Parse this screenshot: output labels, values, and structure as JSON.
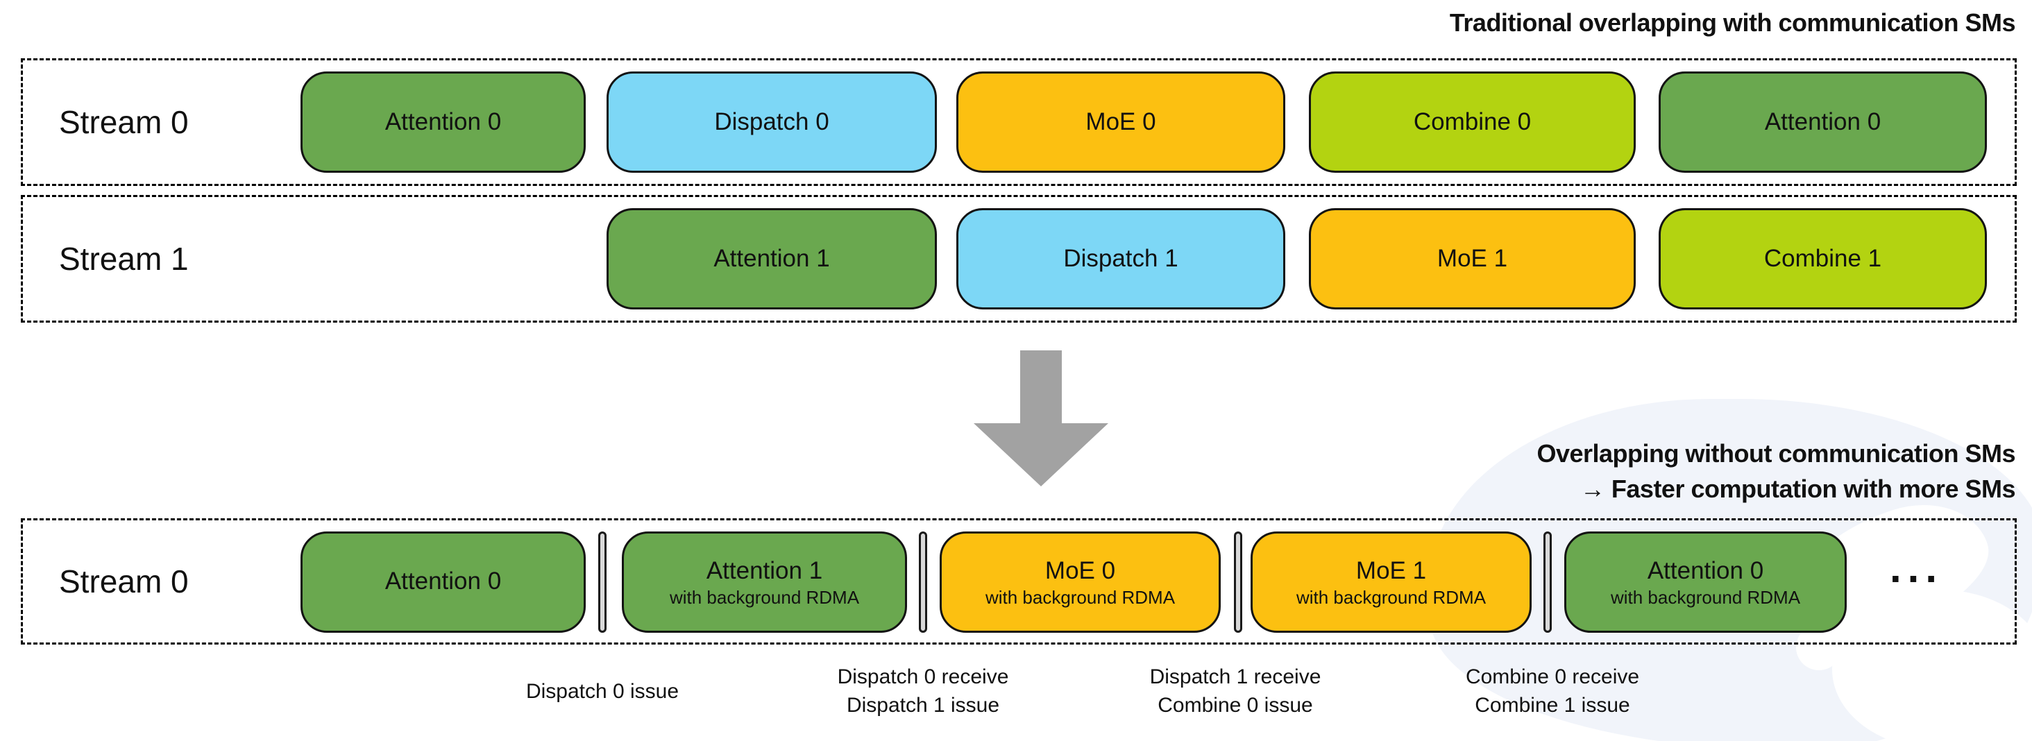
{
  "titles": {
    "traditional": "Traditional overlapping with communication SMs",
    "overlapping_line1": "Overlapping without communication SMs",
    "overlapping_line2": "→ Faster computation with more SMs"
  },
  "colors": {
    "attention_green": "#6aa84f",
    "dispatch_blue": "#7dd7f6",
    "moe_amber": "#fcc011",
    "combine_lime": "#b3d311",
    "arrow_gray": "#a2a2a2",
    "separator_gray": "#d9d9d9",
    "watermark_blue": "#f1f4fa"
  },
  "top_section": {
    "stream0": {
      "label": "Stream 0",
      "blocks": [
        {
          "text": "Attention 0"
        },
        {
          "text": "Dispatch 0"
        },
        {
          "text": "MoE 0"
        },
        {
          "text": "Combine 0"
        },
        {
          "text": "Attention 0"
        }
      ]
    },
    "stream1": {
      "label": "Stream 1",
      "blocks": [
        {
          "text": "Attention 1"
        },
        {
          "text": "Dispatch 1"
        },
        {
          "text": "MoE 1"
        },
        {
          "text": "Combine 1"
        }
      ]
    }
  },
  "bottom_section": {
    "label": "Stream 0",
    "blocks": [
      {
        "text": "Attention 0",
        "sub": ""
      },
      {
        "text": "Attention 1",
        "sub": "with background RDMA"
      },
      {
        "text": "MoE 0",
        "sub": "with background RDMA"
      },
      {
        "text": "MoE 1",
        "sub": "with background RDMA"
      },
      {
        "text": "Attention 0",
        "sub": "with background RDMA"
      }
    ],
    "ellipsis": "...",
    "annotations": [
      {
        "line1": "Dispatch 0 issue",
        "line2": ""
      },
      {
        "line1": "Dispatch 0 receive",
        "line2": "Dispatch 1 issue"
      },
      {
        "line1": "Dispatch 1 receive",
        "line2": "Combine 0 issue"
      },
      {
        "line1": "Combine 0 receive",
        "line2": "Combine 1 issue"
      }
    ]
  }
}
